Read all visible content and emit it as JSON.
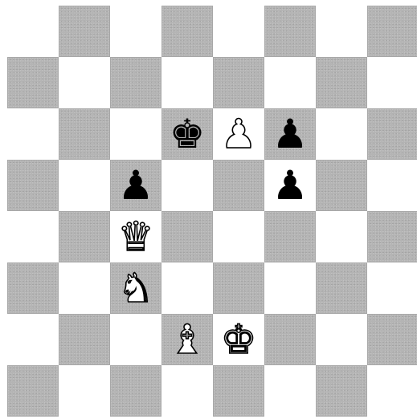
{
  "board": {
    "rows": [
      [
        "",
        "",
        "",
        "",
        "",
        "",
        "",
        ""
      ],
      [
        "",
        "",
        "",
        "",
        "",
        "",
        "",
        ""
      ],
      [
        "",
        "",
        "",
        "bk",
        "wp",
        "bp",
        "",
        ""
      ],
      [
        "",
        "",
        "bp",
        "",
        "",
        "bp",
        "",
        ""
      ],
      [
        "",
        "",
        "wq",
        "",
        "",
        "",
        "",
        ""
      ],
      [
        "",
        "",
        "wn",
        "",
        "",
        "",
        "",
        ""
      ],
      [
        "",
        "",
        "",
        "wb",
        "wk",
        "",
        "",
        ""
      ],
      [
        "",
        "",
        "",
        "",
        "",
        "",
        "",
        ""
      ]
    ],
    "top_left_color": "light",
    "colors": {
      "light_square": "#ffffff",
      "dark_square": "#b4b4b4"
    }
  },
  "pieces": {
    "wk": {
      "glyph": "♚",
      "name": "white-king-icon",
      "side": "white"
    },
    "wq": {
      "glyph": "♛",
      "name": "white-queen-icon",
      "side": "white"
    },
    "wr": {
      "glyph": "♜",
      "name": "white-rook-icon",
      "side": "white"
    },
    "wb": {
      "glyph": "♝",
      "name": "white-bishop-icon",
      "side": "white"
    },
    "wn": {
      "glyph": "♞",
      "name": "white-knight-icon",
      "side": "white"
    },
    "wp": {
      "glyph": "♟",
      "name": "white-pawn-icon",
      "side": "white"
    },
    "bk": {
      "glyph": "♚",
      "name": "black-king-icon",
      "side": "black"
    },
    "bq": {
      "glyph": "♛",
      "name": "black-queen-icon",
      "side": "black"
    },
    "br": {
      "glyph": "♜",
      "name": "black-rook-icon",
      "side": "black"
    },
    "bb": {
      "glyph": "♝",
      "name": "black-bishop-icon",
      "side": "black"
    },
    "bn": {
      "glyph": "♞",
      "name": "black-knight-icon",
      "side": "black"
    },
    "bp": {
      "glyph": "♟",
      "name": "black-pawn-icon",
      "side": "black"
    }
  }
}
